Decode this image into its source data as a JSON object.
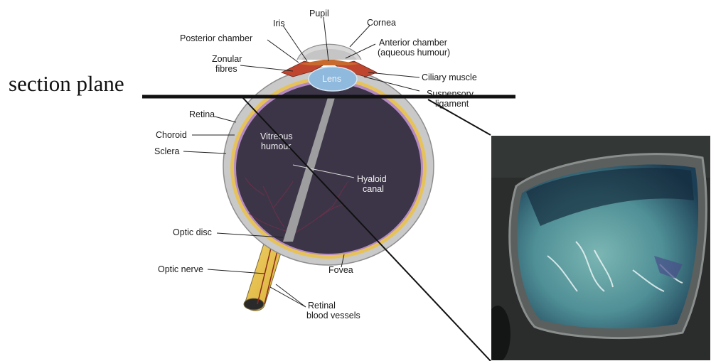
{
  "section_plane_label": "section plane",
  "labels": {
    "pupil": "Pupil",
    "iris": "Iris",
    "cornea": "Cornea",
    "posterior_chamber": "Posterior chamber",
    "anterior_chamber_1": "Anterior chamber",
    "anterior_chamber_2": "(aqueous humour)",
    "zonular_1": "Zonular",
    "zonular_2": "fibres",
    "lens": "Lens",
    "ciliary_muscle": "Ciliary muscle",
    "suspensory_1": "Suspensory",
    "suspensory_2": "ligament",
    "retina": "Retina",
    "choroid": "Choroid",
    "sclera": "Sclera",
    "vitreous_1": "Vitreous",
    "vitreous_2": "humour",
    "hyaloid_1": "Hyaloid",
    "hyaloid_2": "canal",
    "optic_disc": "Optic disc",
    "optic_nerve": "Optic nerve",
    "fovea": "Fovea",
    "retinal_vessels_1": "Retinal",
    "retinal_vessels_2": "blood vessels"
  },
  "colors": {
    "vitreous": "#3c3548",
    "sclera": "#c9c9c9",
    "choroid_band": "#e6c35a",
    "retina_line": "#b58ac4",
    "lens": "#8fb9dd",
    "iris": "#c0452e",
    "optic_nerve": "#e7c24f",
    "photo_bg": "#2a2d2c",
    "photo_gel": "#6fa7a7"
  }
}
